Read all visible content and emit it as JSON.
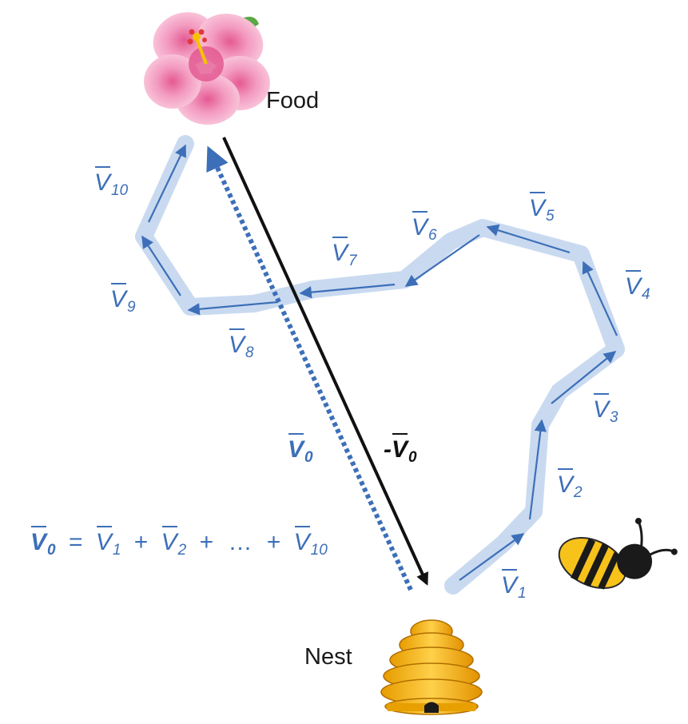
{
  "labels": {
    "food": "Food",
    "nest": "Nest"
  },
  "vectors": {
    "v1": {
      "base": "V",
      "sub": "1"
    },
    "v2": {
      "base": "V",
      "sub": "2"
    },
    "v3": {
      "base": "V",
      "sub": "3"
    },
    "v4": {
      "base": "V",
      "sub": "4"
    },
    "v5": {
      "base": "V",
      "sub": "5"
    },
    "v6": {
      "base": "V",
      "sub": "6"
    },
    "v7": {
      "base": "V",
      "sub": "7"
    },
    "v8": {
      "base": "V",
      "sub": "8"
    },
    "v9": {
      "base": "V",
      "sub": "9"
    },
    "v10": {
      "base": "V",
      "sub": "10"
    },
    "v0": {
      "base": "V",
      "sub": "0"
    },
    "neg_v0": {
      "prefix": "-",
      "base": "V",
      "sub": "0"
    }
  },
  "equation": {
    "lhs_base": "V",
    "lhs_sub": "0",
    "equals": "=",
    "t1_base": "V",
    "t1_sub": "1",
    "plus": "+",
    "t2_base": "V",
    "t2_sub": "2",
    "ellipsis": "…",
    "t3_base": "V",
    "t3_sub": "10"
  },
  "colors": {
    "path_glow": "#c9daf0",
    "vector_blue": "#3d6fb8",
    "return_black": "#111111",
    "flower_pink": "#f2a0c0",
    "hive_yellow": "#f4b400",
    "bee_yellow": "#f7c21a"
  },
  "icons": {
    "flower": "hibiscus-icon",
    "hive": "beehive-icon",
    "bee": "bee-icon"
  }
}
